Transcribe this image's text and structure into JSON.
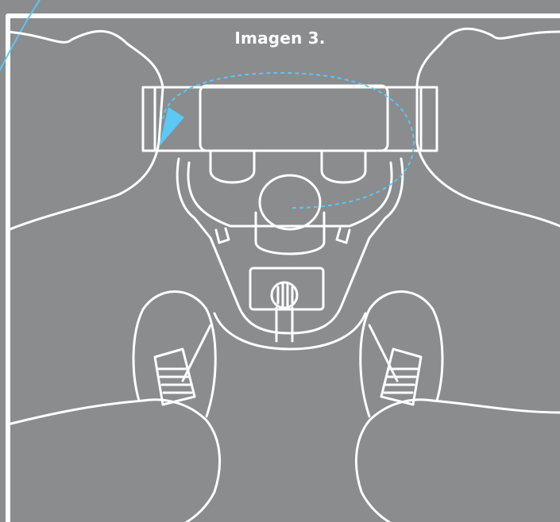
{
  "figure": {
    "caption": "Imagen 3.",
    "colors": {
      "background": "#8a8c8e",
      "line_art": "#ffffff",
      "arrow": "#5bc8f5"
    },
    "depicts": "hands-holding-device-rotation",
    "arrow_direction": "counterclockwise"
  }
}
